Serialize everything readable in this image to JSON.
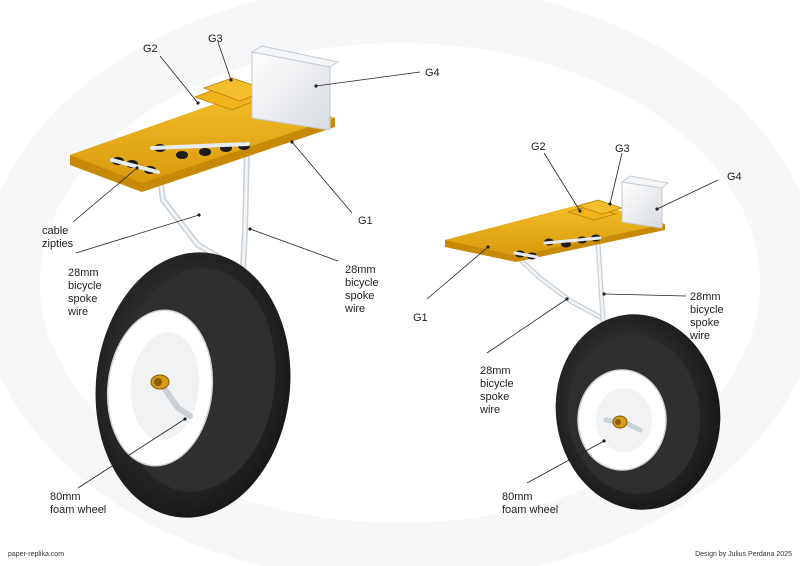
{
  "labels": {
    "g1": "G1",
    "g2": "G2",
    "g3": "G3",
    "g4": "G4",
    "cable_zipties": [
      "cable",
      "zipties"
    ],
    "spoke_wire": [
      "28mm",
      "bicycle",
      "spoke",
      "wire"
    ],
    "foam_wheel": [
      "80mm",
      "foam wheel"
    ]
  },
  "footer": {
    "site": "paper-replika.com",
    "credit": "Design by Julius Perdana 2025"
  },
  "colors": {
    "wood": "#e8a90f",
    "wood_dark": "#b87d00",
    "tire": "#2a2a2a",
    "rim": "#ffffff",
    "wire": "#dfe5ea",
    "hub": "#d79a1a"
  }
}
